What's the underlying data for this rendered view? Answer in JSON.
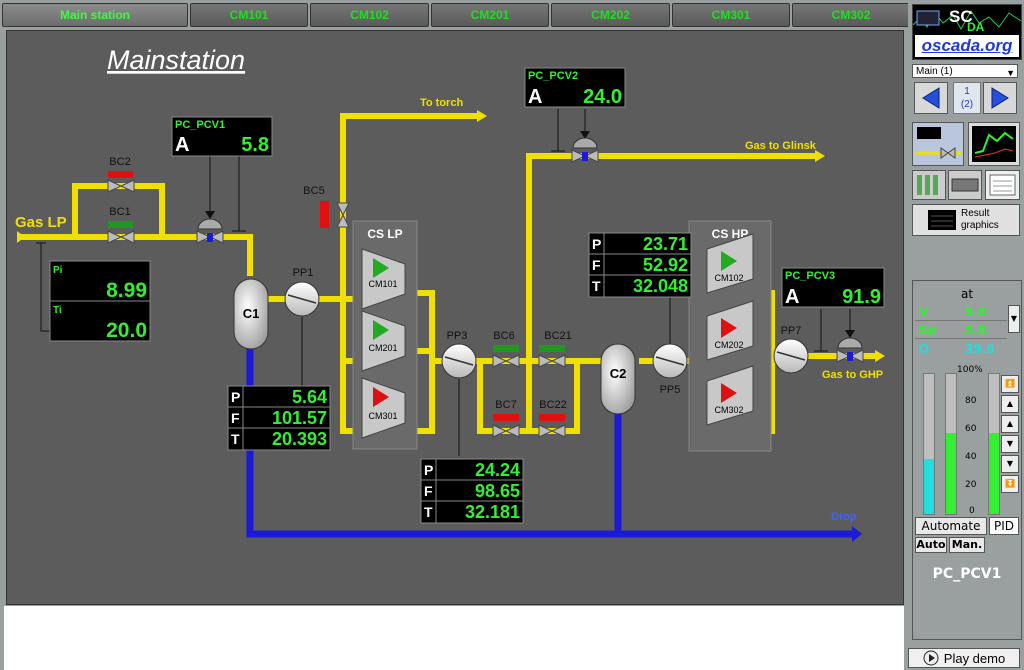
{
  "tabs": [
    {
      "label": "Main station",
      "active": true
    },
    {
      "label": "CM101"
    },
    {
      "label": "CM102"
    },
    {
      "label": "CM201"
    },
    {
      "label": "CM202"
    },
    {
      "label": "CM301"
    },
    {
      "label": "CM302"
    }
  ],
  "mimic": {
    "title": "Mainstation",
    "labels": {
      "gas_lp": "Gas LP",
      "to_torch": "To torch",
      "gas_to_glinsk": "Gas to Glinsk",
      "gas_to_ghp": "Gas to GHP",
      "drop": "Drop",
      "cs_lp": "CS LP",
      "cs_hp": "CS HP",
      "c1": "C1",
      "c2": "C2",
      "bc1": "BC1",
      "bc2": "BC2",
      "bc5": "BC5",
      "bc6": "BC6",
      "bc7": "BC7",
      "bc21": "BC21",
      "bc22": "BC22",
      "pp1": "PP1",
      "pp3": "PP3",
      "pp5": "PP5",
      "pp7": "PP7",
      "cm101": "CM101",
      "cm201": "CM201",
      "cm301": "CM301",
      "cm102": "CM102",
      "cm202": "CM202",
      "cm302": "CM302"
    },
    "pcv1": {
      "name": "PC_PCV1",
      "mode": "A",
      "value": "5.8"
    },
    "pcv2": {
      "name": "PC_PCV2",
      "mode": "A",
      "value": "24.0"
    },
    "pcv3": {
      "name": "PC_PCV3",
      "mode": "A",
      "value": "91.9"
    },
    "inlet": {
      "pi_label": "Pi",
      "pi": "8.99",
      "ti_label": "Ti",
      "ti": "20.0"
    },
    "pp1_box": {
      "p": "5.64",
      "f": "101.57",
      "t": "20.393"
    },
    "pp3_box": {
      "p": "24.24",
      "f": "98.65",
      "t": "32.181"
    },
    "pp5_box": {
      "p": "23.71",
      "f": "52.92",
      "t": "32.048"
    },
    "row_labels": {
      "p": "P",
      "f": "F",
      "t": "T"
    },
    "compressor_states": {
      "cm101": "green",
      "cm201": "green",
      "cm301": "red",
      "cm102": "green",
      "cm202": "red",
      "cm302": "red"
    }
  },
  "side": {
    "logo_sc": "SC",
    "logo_da": "DA",
    "logo_org": "oscada.org",
    "page_select": "Main (1)",
    "page_num": "1",
    "page_total": "(2)",
    "result_graphics": "Result graphics",
    "pid": {
      "at": "at",
      "v_label": "V",
      "v": "5.8",
      "sp_label": "Sp",
      "sp": "5.8",
      "o_label": "O",
      "o": "39.6",
      "scale_top": "100%",
      "scale": [
        "80",
        "60",
        "40",
        "20",
        "0"
      ],
      "bar_levels": {
        "v": 0.58,
        "sp": 0.58,
        "o": 0.396
      },
      "automate": "Automate",
      "pid_tab": "PID",
      "auto": "Auto",
      "man": "Man.",
      "name": "PC_PCV1"
    },
    "play_demo": "Play demo"
  },
  "colors": {
    "gas_pipe": "#f0e000",
    "drop_pipe": "#1a1ad8",
    "value_green": "#33ee33",
    "tab_text": "#1fe01f"
  }
}
